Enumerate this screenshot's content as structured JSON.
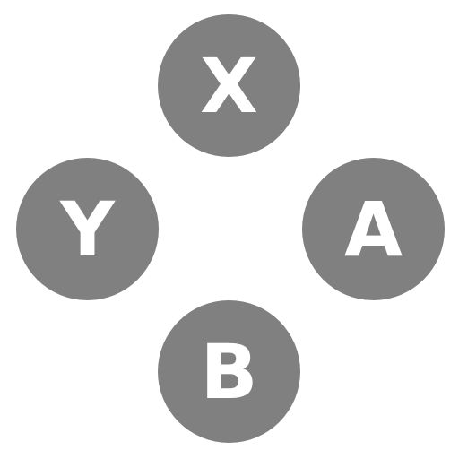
{
  "buttons": {
    "x": {
      "label": "X"
    },
    "y": {
      "label": "Y"
    },
    "a": {
      "label": "A"
    },
    "b": {
      "label": "B"
    }
  },
  "colors": {
    "button_fill": "#808080",
    "label": "#ffffff",
    "background": "#ffffff"
  }
}
